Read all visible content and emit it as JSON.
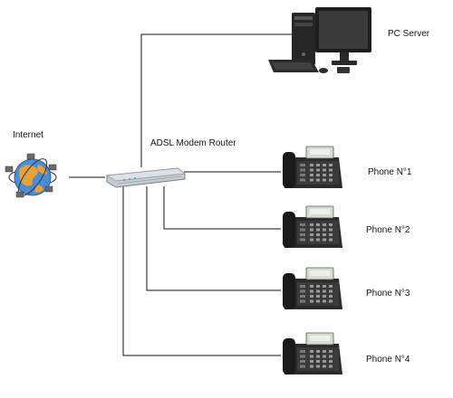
{
  "labels": {
    "pc_server": "PC Server",
    "internet": "Internet",
    "router": "ADSL Modem Router",
    "phones": [
      "Phone N°1",
      "Phone N°2",
      "Phone N°3",
      "Phone N°4"
    ]
  },
  "colors": {
    "line": "#111111",
    "phone_body": "#2b2b2b",
    "phone_dark": "#1a1a1a",
    "display": "#d9dcd6",
    "router_body": "#c8ccd2",
    "monitor": "#1e1e1e",
    "globe_ocean": "#4a8fd6",
    "globe_land": "#e8a338"
  }
}
